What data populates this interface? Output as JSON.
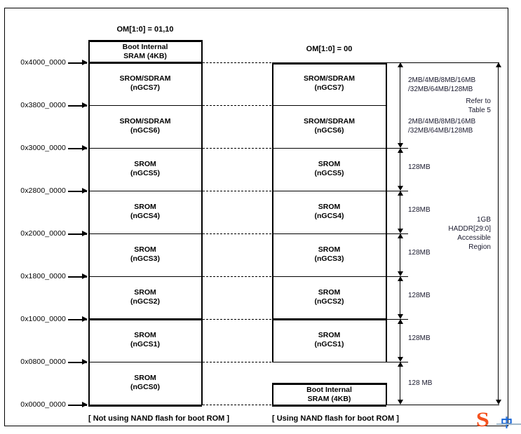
{
  "diagram": {
    "left_column": {
      "header": "OM[1:0] = 01,10",
      "caption": "[ Not using NAND flash for boot ROM ]",
      "blocks": [
        {
          "label": "Boot Internal\nSRAM (4KB)"
        },
        {
          "label": "SROM/SDRAM\n(nGCS7)"
        },
        {
          "label": "SROM/SDRAM\n(nGCS6)"
        },
        {
          "label": "SROM\n(nGCS5)"
        },
        {
          "label": "SROM\n(nGCS4)"
        },
        {
          "label": "SROM\n(nGCS3)"
        },
        {
          "label": "SROM\n(nGCS2)"
        },
        {
          "label": "SROM\n(nGCS1)"
        },
        {
          "label": "SROM\n(nGCS0)"
        }
      ]
    },
    "right_column": {
      "header": "OM[1:0] = 00",
      "caption": "[ Using NAND flash for boot ROM ]",
      "blocks": [
        {
          "label": "SROM/SDRAM\n(nGCS7)"
        },
        {
          "label": "SROM/SDRAM\n(nGCS6)"
        },
        {
          "label": "SROM\n(nGCS5)"
        },
        {
          "label": "SROM\n(nGCS4)"
        },
        {
          "label": "SROM\n(nGCS3)"
        },
        {
          "label": "SROM\n(nGCS2)"
        },
        {
          "label": "SROM\n(nGCS1)"
        },
        {
          "label": "Boot Internal\nSRAM (4KB)"
        }
      ]
    },
    "addresses": [
      "0x4000_0000",
      "0x3800_0000",
      "0x3000_0000",
      "0x2800_0000",
      "0x2000_0000",
      "0x1800_0000",
      "0x1000_0000",
      "0x0800_0000",
      "0x0000_0000"
    ],
    "size_annotations": [
      "2MB/4MB/8MB/16MB\n/32MB/64MB/128MB",
      "Refer to\nTable 5",
      "2MB/4MB/8MB/16MB\n/32MB/64MB/128MB",
      "128MB",
      "128MB",
      "128MB",
      "128MB",
      "128MB",
      "128 MB"
    ],
    "total_region_label": "1GB\nHADDR[29:0]\nAccessible\nRegion",
    "watermark": {
      "logo": "S",
      "text": "中"
    }
  }
}
